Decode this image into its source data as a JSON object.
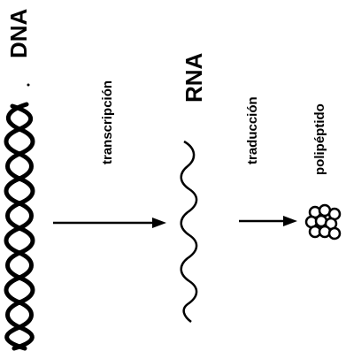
{
  "labels": {
    "dna": "DNA",
    "rna": "RNA",
    "transcription": "transcripción",
    "translation": "traducción",
    "polypeptide": "polipéptido"
  },
  "colors": {
    "ink": "#000000",
    "background": "#ffffff"
  }
}
